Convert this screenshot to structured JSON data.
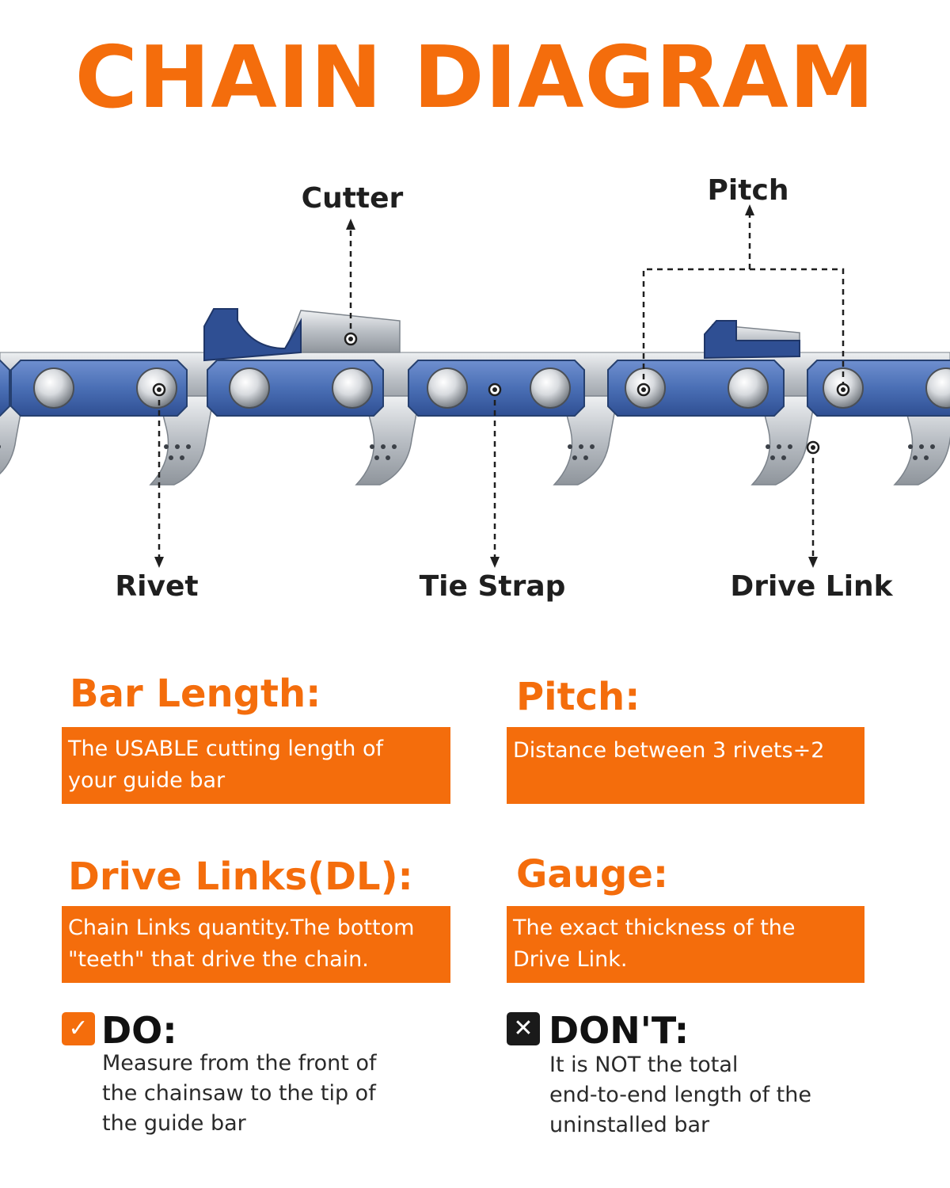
{
  "title": "CHAIN DIAGRAM",
  "diagram": {
    "labels": {
      "cutter": "Cutter",
      "pitch": "Pitch",
      "rivet": "Rivet",
      "tie_strap": "Tie Strap",
      "drive_link": "Drive Link"
    },
    "colors": {
      "link_blue": "#4a6fb5",
      "steel": "#c9cdd2",
      "accent": "#f46d0c"
    }
  },
  "sections": {
    "bar_length": {
      "heading": "Bar Length:",
      "desc_line1": "The USABLE cutting length of",
      "desc_line2": "your guide bar"
    },
    "pitch": {
      "heading": "Pitch:",
      "desc_line1": "Distance between 3 rivets÷2"
    },
    "drive_links": {
      "heading": "Drive Links(DL):",
      "desc_line1": "Chain Links quantity.The bottom",
      "desc_line2": "\"teeth\" that drive the chain."
    },
    "gauge": {
      "heading": "Gauge:",
      "desc_line1": "The exact thickness of the",
      "desc_line2": "Drive Link."
    }
  },
  "do": {
    "label": "DO:",
    "icon": "check-icon",
    "line1": "Measure from the front of",
    "line2": "the chainsaw to the tip of",
    "line3": "the guide bar"
  },
  "dont": {
    "label": "DON'T:",
    "icon": "x-icon",
    "line1": "It is NOT the total",
    "line2": "end-to-end length of the",
    "line3": "uninstalled bar"
  }
}
